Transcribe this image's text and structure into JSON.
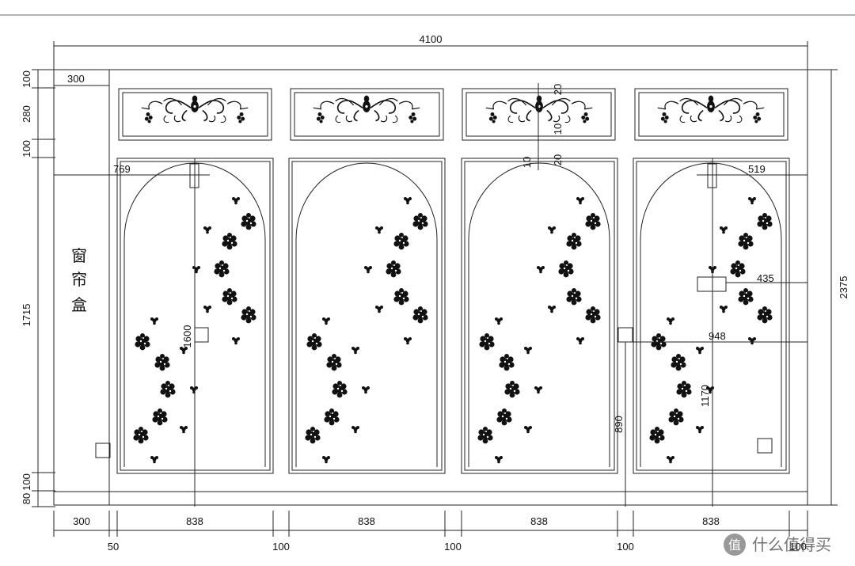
{
  "drawing": {
    "total_width": "4100",
    "total_height": "2375",
    "curtain_box_label": [
      "窗",
      "帘",
      "盒"
    ],
    "curtain_box_width": "300",
    "left_heights": [
      "100",
      "280",
      "100",
      "1715",
      "100",
      "80"
    ],
    "bottom_row_upper": [
      "300",
      "838",
      "838",
      "838",
      "838"
    ],
    "bottom_row_lower": [
      "50",
      "100",
      "100",
      "100",
      "100"
    ],
    "arch_dims": {
      "dim_769": "769",
      "dim_519": "519",
      "dim_435": "435",
      "dim_948": "948",
      "dim_1600": "1600",
      "dim_890": "890",
      "dim_1170": "1170",
      "dim_20a": "20",
      "dim_10a": "10",
      "dim_10b": "10",
      "dim_20b": "20"
    }
  },
  "watermark": {
    "text": "什么值得买"
  }
}
